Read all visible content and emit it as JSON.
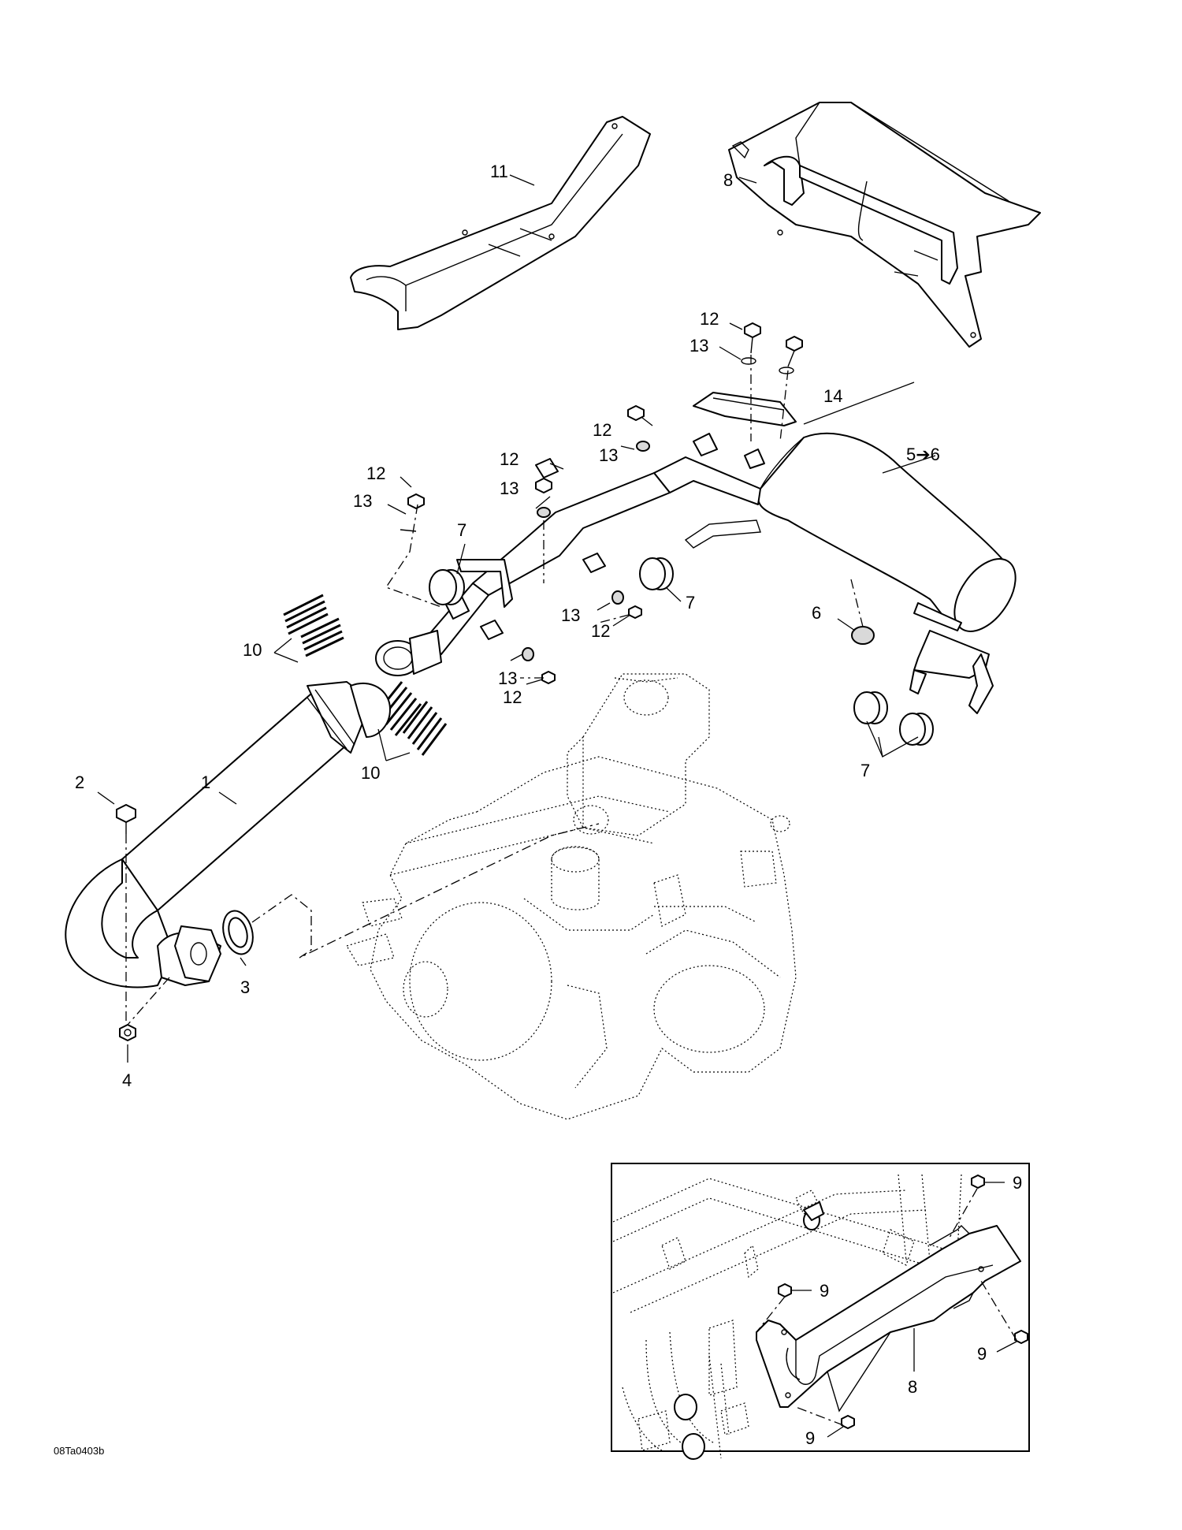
{
  "diagram": {
    "reference_code": "08Ta0403b",
    "callouts": {
      "c1": "1",
      "c2": "2",
      "c3": "3",
      "c4": "4",
      "c5": "5➔6",
      "c6": "6",
      "c7a": "7",
      "c7b": "7",
      "c7c": "7",
      "c8": "8",
      "c10a": "10",
      "c10b": "10",
      "c11": "11",
      "c12a": "12",
      "c12b": "12",
      "c12c": "12",
      "c12d": "12",
      "c12e": "12",
      "c12f": "12",
      "c13a": "13",
      "c13b": "13",
      "c13c": "13",
      "c13d": "13",
      "c13e": "13",
      "c13f": "13",
      "c14": "14"
    },
    "inset": {
      "callouts": {
        "i8": "8",
        "i9a": "9",
        "i9b": "9",
        "i9c": "9",
        "i9d": "9"
      }
    }
  }
}
